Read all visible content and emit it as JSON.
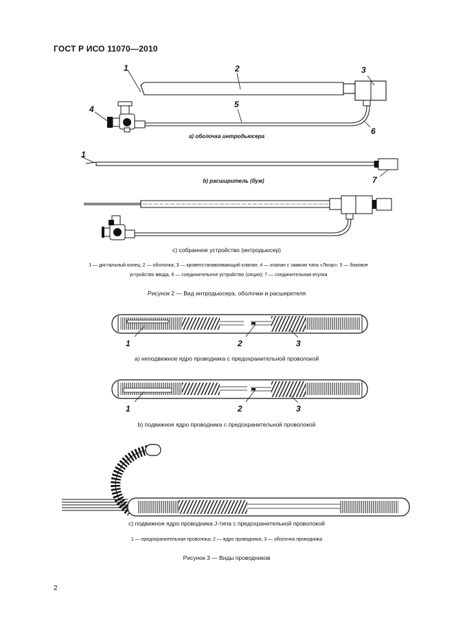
{
  "header": {
    "title": "ГОСТ Р ИСО 11070—2010"
  },
  "figure2": {
    "caption_a": "а) оболочка интродьюсера",
    "caption_b": "b) расширитель (буж)",
    "caption_c": "с)  собранное устройство (интродьюсер)",
    "legend_line1": "1 — дистальный конец; 2 — оболочка; 3 — кровеостанавливающий клапан; 4 — клапан с замком типа «Люэр»; 5 — боковое",
    "legend_line2": "устройство ввода, 6 — соединительное устройство (опция); 7 — соединительная втулка",
    "title": "Рисунок 2 — Вид интродьюсера, оболочки и расширителя",
    "callouts": [
      "1",
      "2",
      "3",
      "4",
      "5",
      "6",
      "1",
      "7"
    ]
  },
  "figure3": {
    "caption_a": "а)  неподвижное ядро проводника с предохранительной проволокой",
    "caption_b": "b)  подвижное ядро проводника с предохранительной проволокой",
    "caption_c": "с)  подвижное ядро проводника J-типа с предохранительной проволокой",
    "legend": "1 — предохранительная проволока; 2 — ядро проводника; 3 — оболочка проводника",
    "title": "Рисунок 3 — Виды проводников",
    "callouts_a": [
      "1",
      "2",
      "3"
    ],
    "callouts_b": [
      "1",
      "2",
      "3"
    ]
  },
  "page_number": "2"
}
